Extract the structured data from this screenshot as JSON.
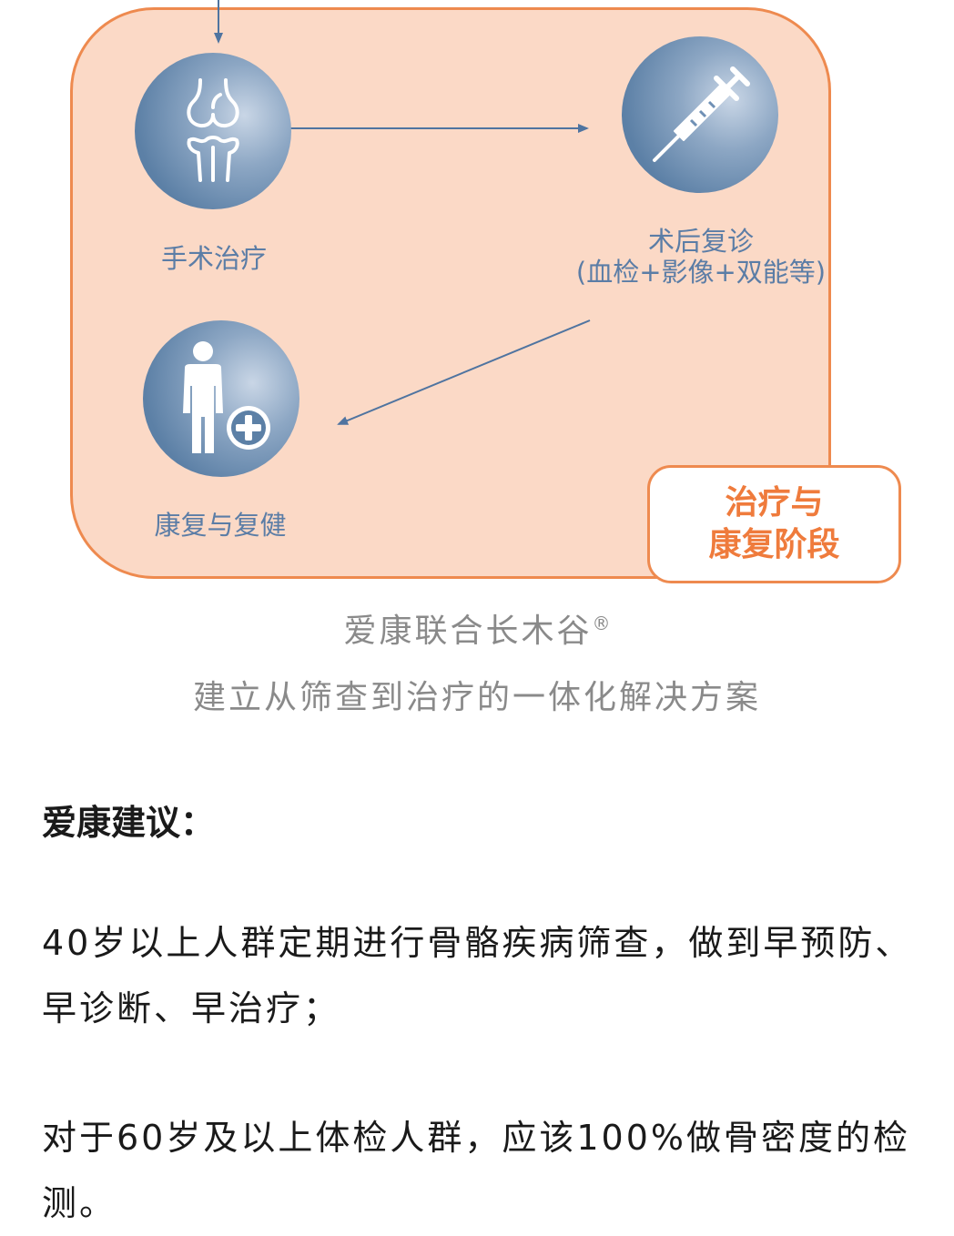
{
  "diagram": {
    "nodes": [
      {
        "id": "surgery",
        "label": "手术治疗",
        "icon": "colon-icon"
      },
      {
        "id": "followup",
        "label": "术后复诊",
        "sublabel": "(血检+影像+双能等)",
        "icon": "syringe-icon"
      },
      {
        "id": "rehab",
        "label": "康复与复健",
        "icon": "person-plus-icon"
      }
    ],
    "stage_label_line1": "治疗与",
    "stage_label_line2": "康复阶段",
    "colors": {
      "panel_fill": "#fbd9c6",
      "panel_border": "#ee8a4f",
      "node_blue": "#5c80a6",
      "label_blue": "#5b7da6",
      "stage_text": "#ef7b3c"
    }
  },
  "caption": {
    "line1": "爱康联合长木谷",
    "registered_mark": "®",
    "line2": "建立从筛查到治疗的一体化解决方案"
  },
  "advice": {
    "heading": "爱康建议：",
    "paragraph1": "40岁以上人群定期进行骨骼疾病筛查，做到早预防、早诊断、早治疗；",
    "paragraph2": "对于60岁及以上体检人群，应该100%做骨密度的检测。"
  }
}
